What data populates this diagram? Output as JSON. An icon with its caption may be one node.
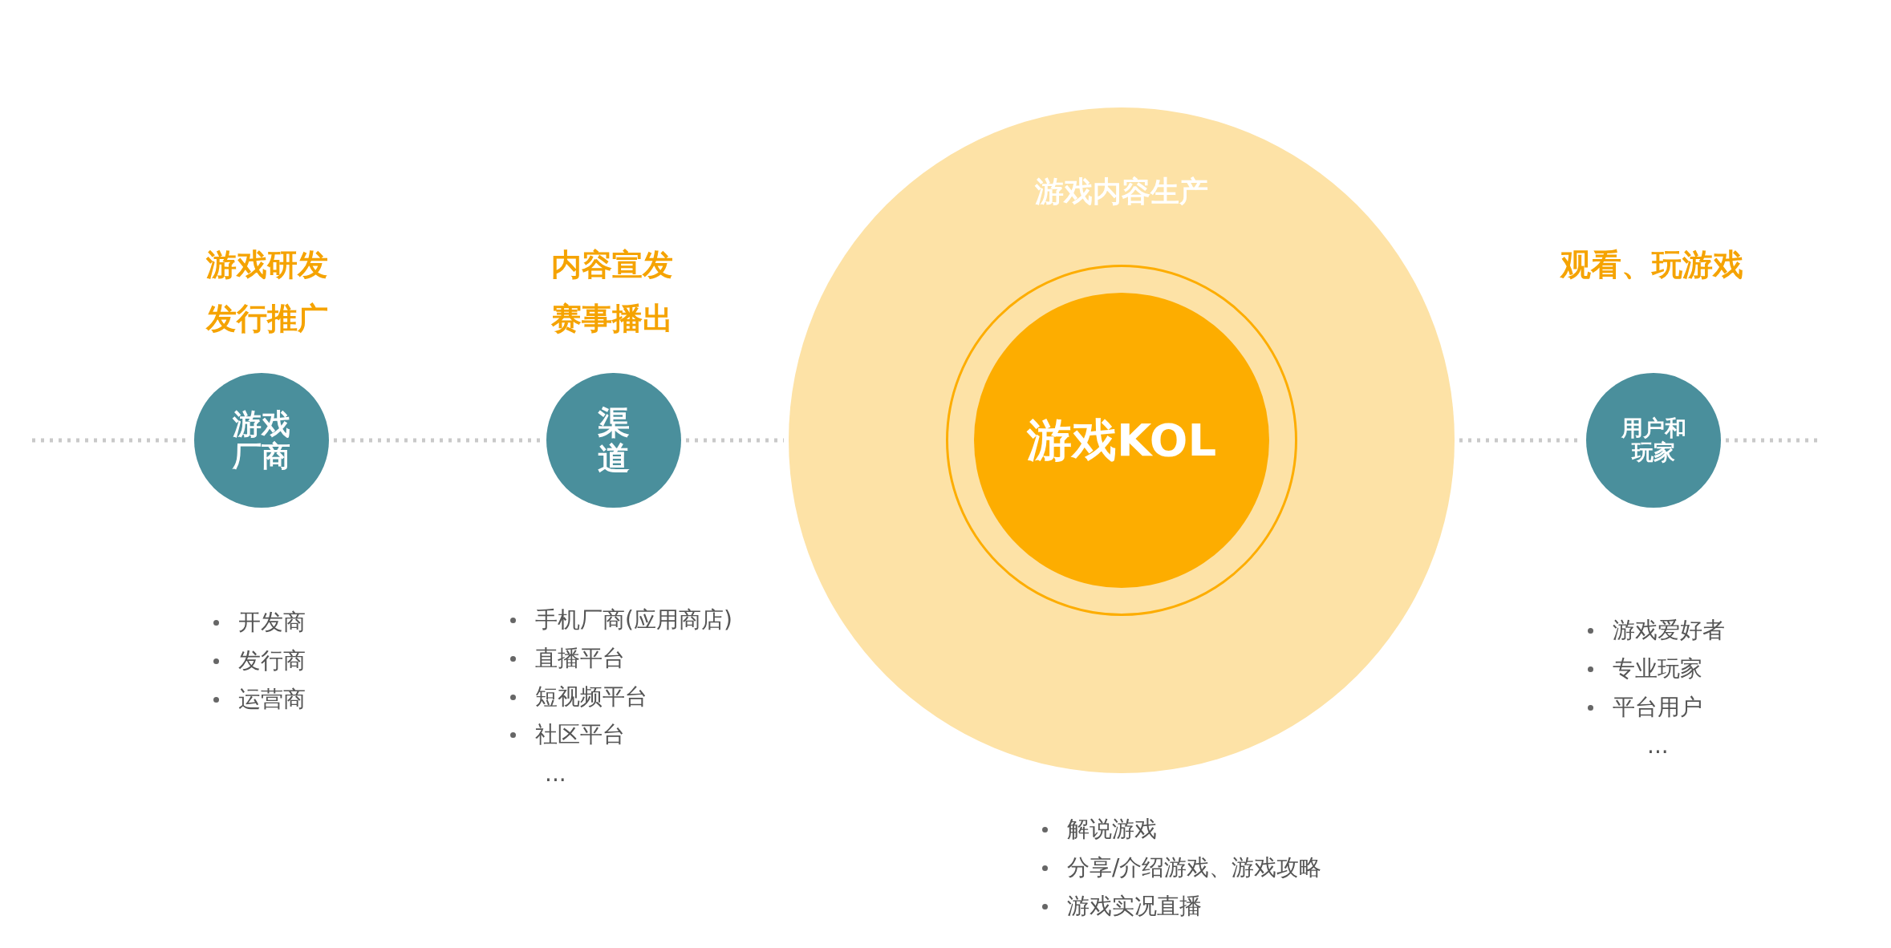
{
  "diagram": {
    "nodes": [
      {
        "text": [
          "游戏厂商"
        ],
        "beside": [
          "游戏研发",
          "发行推广",
          "开发商",
          "发行商",
          "运营商"
        ]
      },
      {
        "text": [
          "渠道"
        ],
        "beside": [
          "内容宣发",
          "赛事播出",
          "手机厂商(应用商店)",
          "直播平台",
          "短视频平台",
          "社区平台",
          "..."
        ]
      },
      {
        "text": [
          "游戏内容生产"
        ],
        "beside": [
          "解说游戏",
          "分享/介绍游戏、游戏攻略",
          "游戏实况直播"
        ]
      },
      {
        "text": [
          "游戏KOL"
        ],
        "in": 2
      },
      {
        "text": [
          "用户和玩家"
        ],
        "beside": [
          "观看、玩游戏",
          "游戏爱好者",
          "专业玩家",
          "平台用户",
          "..."
        ]
      }
    ],
    "edges": [
      {
        "from": null,
        "to": 0,
        "arrow": "none",
        "style": "dashed"
      },
      {
        "from": 0,
        "to": 1,
        "arrow": "none",
        "style": "dashed"
      },
      {
        "from": 1,
        "to": 2,
        "arrow": "none",
        "style": "dashed"
      },
      {
        "from": 2,
        "to": 4,
        "arrow": "none",
        "style": "dashed"
      },
      {
        "from": 4,
        "to": null,
        "arrow": "none",
        "style": "dashed"
      }
    ]
  }
}
